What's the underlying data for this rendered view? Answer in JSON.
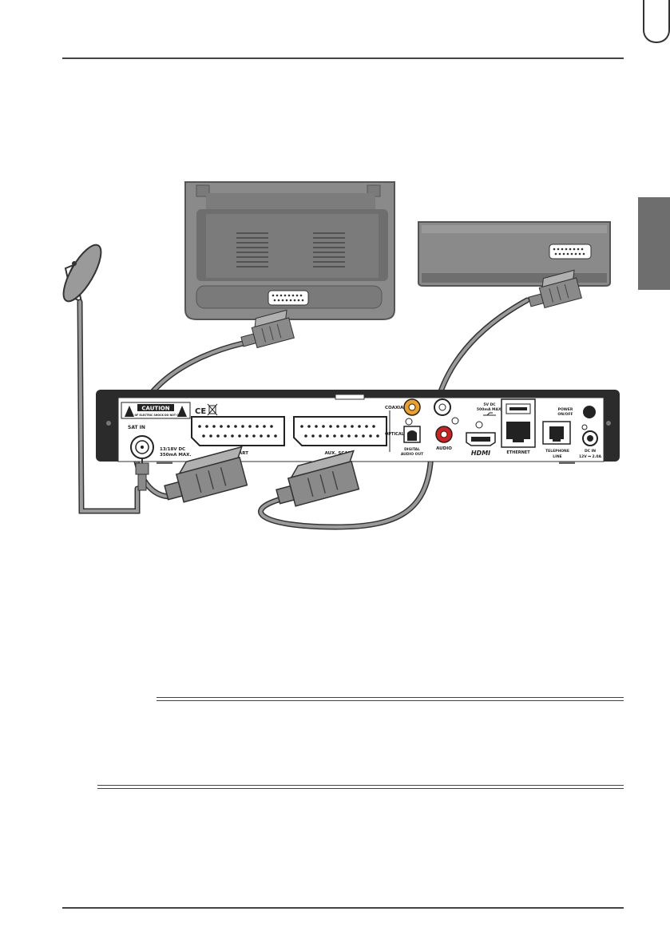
{
  "device": {
    "caution_text": "CAUTION",
    "caution_subtext": "RISK OF ELECTRIC SHOCK DO NOT OPEN",
    "ce_mark": "CE",
    "sat_in": "SAT IN",
    "lnb_power_line1": "13/18V DC",
    "lnb_power_line2": "350mA MAX.",
    "tv_scart": "TV SCART",
    "aux_scart": "AUX. SCART",
    "coaxial": "COAXIAL",
    "optical": "OPTICAL",
    "digital_audio_out_line1": "DIGITAL",
    "digital_audio_out_line2": "AUDIO OUT",
    "audio": "AUDIO",
    "hdmi": "HDMI",
    "usb_line1": "5V DC",
    "usb_line2": "500mA MAX.",
    "ethernet": "ETHERNET",
    "telephone_line1": "TELEPHONE",
    "telephone_line2": "LINE",
    "power_line1": "POWER",
    "power_line2": "ON/OFF",
    "dc_in_line1": "DC IN",
    "dc_in_line2": "12V ⎓ 2.0A"
  },
  "colors": {
    "page_rule": "#444444",
    "section_tab": "#6e6e6e",
    "tv_body": "#8a8a8a",
    "cable": "#9a9a9a",
    "panel": "#ffffff",
    "coax_jack": "#f0a020",
    "audio_jack_red": "#d42020"
  }
}
